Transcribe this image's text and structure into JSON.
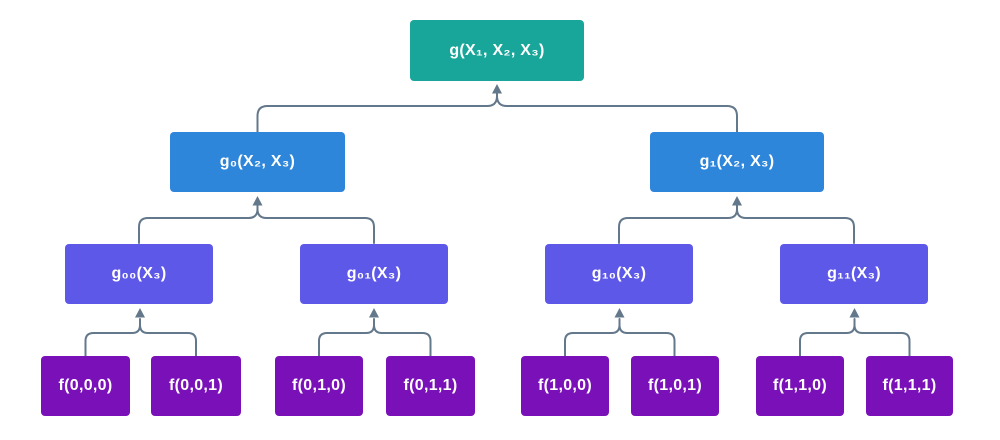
{
  "colors": {
    "background": "#FFFFFF",
    "root": "#19A69A",
    "internal": "#2E86DB",
    "sub": "#5E58E9",
    "leaf": "#7A10B8",
    "connector": "#64788C"
  },
  "diagram": {
    "root": {
      "label": "g(X₁, X₂, X₃)"
    },
    "level1": [
      {
        "label": "g₀(X₂, X₃)"
      },
      {
        "label": "g₁(X₂, X₃)"
      }
    ],
    "level2": [
      {
        "label": "g₀₀(X₃)"
      },
      {
        "label": "g₀₁(X₃)"
      },
      {
        "label": "g₁₀(X₃)"
      },
      {
        "label": "g₁₁(X₃)"
      }
    ],
    "leaves": [
      {
        "label": "f(0,0,0)"
      },
      {
        "label": "f(0,0,1)"
      },
      {
        "label": "f(0,1,0)"
      },
      {
        "label": "f(0,1,1)"
      },
      {
        "label": "f(1,0,0)"
      },
      {
        "label": "f(1,0,1)"
      },
      {
        "label": "f(1,1,0)"
      },
      {
        "label": "f(1,1,1)"
      }
    ]
  }
}
